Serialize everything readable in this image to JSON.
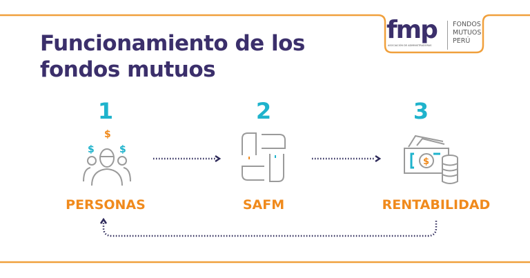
{
  "title_lines": [
    "Funcionamiento de los",
    "fondos mutuos"
  ],
  "logo": {
    "mark": "fmp",
    "tagline": "ASOCIACIÓN DE ADMINISTRADORAS",
    "text_lines": [
      "FONDOS",
      "MUTUOS",
      "PERÚ"
    ]
  },
  "steps": [
    {
      "number": "1",
      "label": "PERSONAS",
      "icon": "people-money-icon"
    },
    {
      "number": "2",
      "label": "SAFM",
      "icon": "joined-hands-icon"
    },
    {
      "number": "3",
      "label": "RENTABILIDAD",
      "icon": "cash-coins-icon"
    }
  ],
  "colors": {
    "title": "#3b2f6b",
    "number": "#1fb3cc",
    "label": "#f08a1c",
    "line": "#f0a03c",
    "arrow": "#2e2a5a",
    "icon": "#9a9a9a"
  }
}
